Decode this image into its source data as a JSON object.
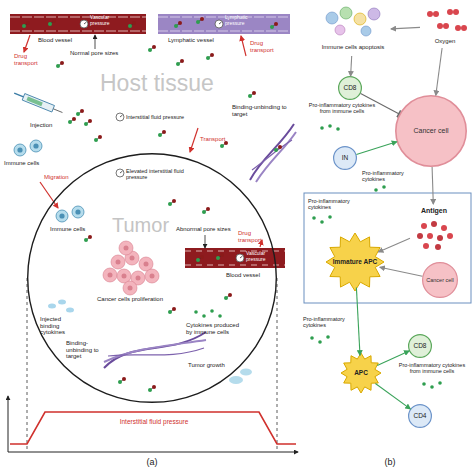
{
  "diagram": {
    "nodes": [
      {
        "text": [
          "Tumor"
        ]
      },
      {
        "text": [
          "Immune cells apoptosis"
        ]
      },
      {
        "text": [
          "Oxygen"
        ]
      },
      {
        "text": [
          "CD8"
        ]
      },
      {
        "text": [
          "Cancer cell"
        ]
      },
      {
        "text": [
          "IN"
        ]
      },
      {
        "text": [
          "Antigen"
        ]
      },
      {
        "text": [
          "Immature APC"
        ]
      },
      {
        "text": [
          "Cancer cell"
        ]
      },
      {
        "text": [
          "APC"
        ]
      },
      {
        "text": [
          "CD8"
        ]
      },
      {
        "text": [
          "CD4"
        ]
      }
    ],
    "edges": [
      {
        "from": 2,
        "to": 1,
        "arrow": "to"
      },
      {
        "from": 2,
        "to": 4,
        "arrow": "to"
      },
      {
        "from": 1,
        "to": 3,
        "arrow": "to"
      },
      {
        "from": 3,
        "to": 4,
        "arrow": "to"
      },
      {
        "from": 5,
        "to": 4,
        "arrow": "to"
      },
      {
        "from": 4,
        "to": 6,
        "arrow": "to"
      },
      {
        "from": 6,
        "to": 7,
        "arrow": "to"
      },
      {
        "from": 8,
        "to": 7,
        "arrow": "to"
      },
      {
        "from": 7,
        "to": 9,
        "arrow": "to"
      },
      {
        "from": 9,
        "to": 10,
        "arrow": "to"
      },
      {
        "from": 9,
        "to": 11,
        "arrow": "to"
      }
    ],
    "labels": [
      "Vascular pressure",
      "Blood vessel",
      "Lymphatic pressure",
      "Lymphatic vessel",
      "Drug transport",
      "Normal pore sizes",
      "Drug transport",
      "Host tissue",
      "Injection",
      "Interstitial fluid pressure",
      "Transport",
      "Binding-unbinding to target",
      "Immune cells",
      "Migration",
      "Elevated interstitial fluid pressure",
      "Immune cells",
      "Abnormal pore sizes",
      "Vascular pressure",
      "Drug transport",
      "Blood vessel",
      "Cancer cells proliferation",
      "Injected binding cytokines",
      "Binding-unbinding to target",
      "Cytokines produced by immune cells",
      "Tumor growth",
      "Interstitial fluid pressure",
      "(a)",
      "Pro-inflammatory cytokines from immune cells",
      "Pro-inflammatory cytokines",
      "Pro-inflammatory cytokines",
      "Pro-inflammatory cytokines",
      "Pro-inflammatory cytokines from immune cells",
      "(b)"
    ]
  }
}
